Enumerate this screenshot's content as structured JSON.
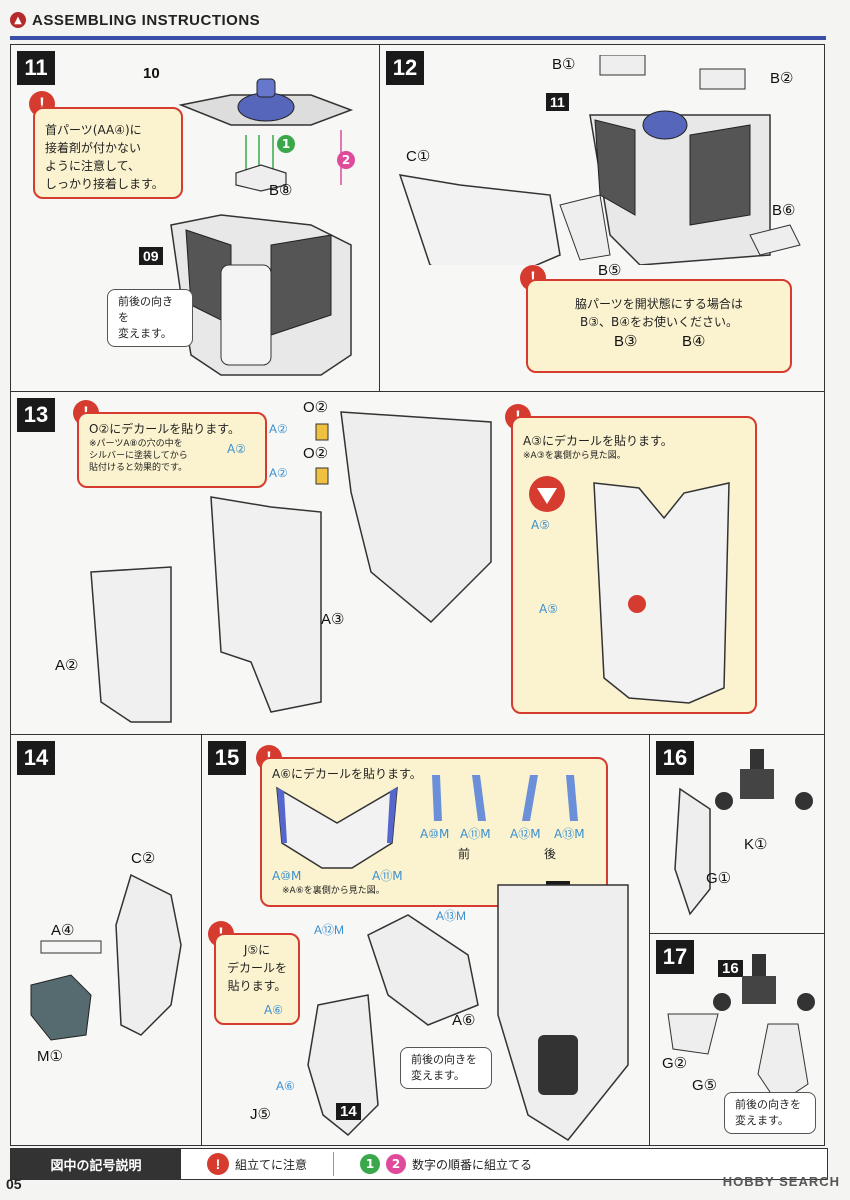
{
  "header": {
    "logo_icon": "brand-emblem-icon",
    "title": "ASSEMBLING INSTRUCTIONS"
  },
  "colors": {
    "accent_bar": "#3a4ea8",
    "caution_red": "#d63b2f",
    "note_bg": "#fbf3cf",
    "step_green": "#3aa84a",
    "step_pink": "#e04a9a",
    "decal_blue": "#3a8fd0"
  },
  "step11": {
    "number": "11",
    "sub_top": "10",
    "sub_bottom": "09",
    "caution_text": "首パーツ(AA④)に\n接着剤が付かない\nように注意して、\nしっかり接着します。",
    "part_b8": "B⑧",
    "order1": "1",
    "order2": "2",
    "note_text": "前後の向きを\n変えます。"
  },
  "step12": {
    "number": "12",
    "sub": "11",
    "b1": "B①",
    "b2": "B②",
    "c1": "C①",
    "b6": "B⑥",
    "b5": "B⑤",
    "caution_text": "脇パーツを開状態にする場合は\nB③、B④をお使いください。",
    "b3": "B③",
    "b4": "B④"
  },
  "step13": {
    "number": "13",
    "caution_left_title": "O②にデカールを貼ります。",
    "caution_left_sub": "※パーツA⑧の穴の中を\nシルバーに塗装してから\n貼付けると効果的です。",
    "a2_small": "A②",
    "o2_a": "O②",
    "o2_b": "O②",
    "a2_blue_a": "A②",
    "a2_blue_b": "A②",
    "a8": "A⑧",
    "a3": "A③",
    "a2": "A②",
    "caution_right_title": "A③にデカールを貼ります。",
    "caution_right_sub": "※A③を裏側から見た図。",
    "a5_top": "A⑤",
    "a5_mid": "A⑤"
  },
  "step14": {
    "number": "14",
    "c2": "C②",
    "a4": "A④",
    "m1": "M①"
  },
  "step15": {
    "number": "15",
    "caution_title": "A⑥にデカールを貼ります。",
    "a10m": "A⑩M",
    "a11m": "A⑪M",
    "back_note": "※A⑥を裏側から見た図。",
    "decals": [
      "A⑩M",
      "A⑪M",
      "A⑫M",
      "A⑬M"
    ],
    "front": "前",
    "back": "後",
    "a12m": "A⑫M",
    "a13m": "A⑬M",
    "sub13": "13",
    "sub14": "14",
    "j5_note": "J⑤に\nデカールを\n貼ります。",
    "a6_small": "A⑥",
    "a6": "A⑥",
    "a6_blue": "A⑥",
    "j5": "J⑤",
    "orient_note": "前後の向きを\n変えます。"
  },
  "step16": {
    "number": "16",
    "k1": "K①",
    "g1": "G①"
  },
  "step17": {
    "number": "17",
    "sub": "16",
    "g2": "G②",
    "g5": "G⑤",
    "orient_note": "前後の向きを\n変えます。"
  },
  "footer": {
    "title": "図中の記号説明",
    "caution_label": "組立てに注意",
    "order_label": "数字の順番に組立てる",
    "order1": "1",
    "order2": "2"
  },
  "page_number": "05",
  "watermark": "HOBBY SEARCH"
}
